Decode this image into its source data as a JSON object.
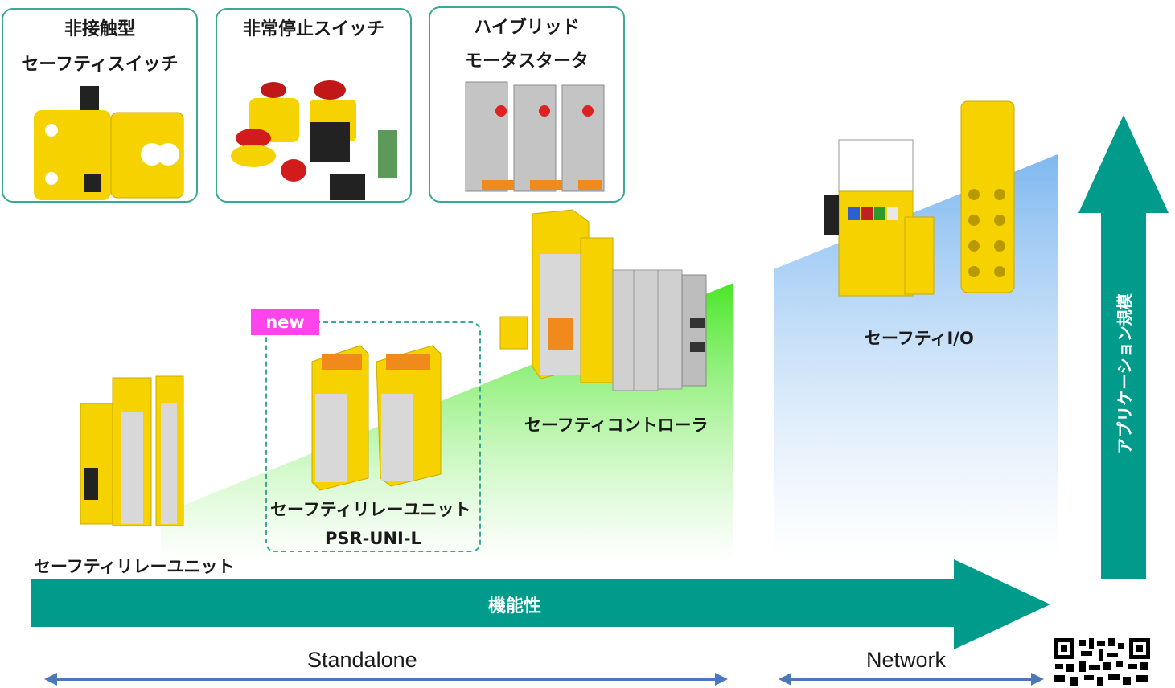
{
  "cards": [
    {
      "title_line1": "非接触型",
      "title_line2": "セーフティスイッチ"
    },
    {
      "title_line1": "非常停止スイッチ",
      "title_line2": ""
    },
    {
      "title_line1": "ハイブリッド",
      "title_line2": "モータスタータ"
    }
  ],
  "products": {
    "relay_unit": "セーフティリレーユニット",
    "new_badge": "new",
    "relay_unit_new": "セーフティリレーユニット",
    "relay_unit_new_model": "PSR-UNI-L",
    "controller": "セーフティコントローラ",
    "io": "セーフティI/O"
  },
  "axes": {
    "horizontal": "機能性",
    "vertical": "アプリケーション規模"
  },
  "ranges": {
    "standalone": "Standalone",
    "network": "Network"
  },
  "colors": {
    "teal": "#009b8a",
    "magenta": "#ff44ee",
    "green": "#55ee33",
    "blue": "#8ec5f5",
    "yellow": "#f5d200",
    "range_line": "#4a78b8"
  },
  "icons": [
    "qr-code-icon"
  ]
}
